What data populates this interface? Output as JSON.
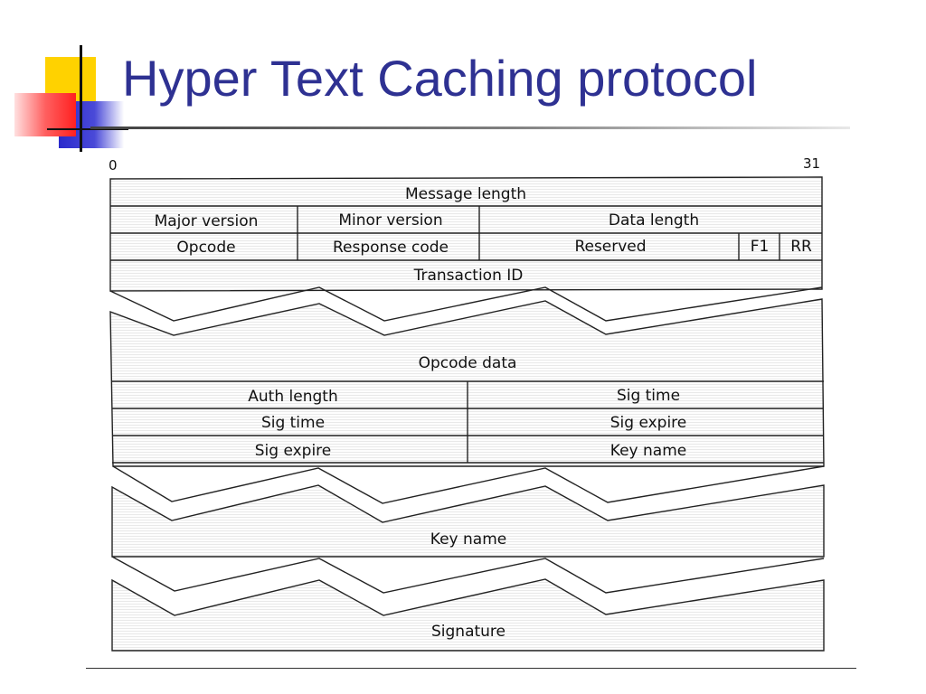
{
  "slide": {
    "title": "Hyper Text Caching protocol"
  },
  "diagram": {
    "bit_start": "0",
    "bit_end": "31",
    "rows": {
      "message_length": "Message length",
      "major_version": "Major version",
      "minor_version": "Minor version",
      "data_length": "Data length",
      "opcode": "Opcode",
      "response_code": "Response code",
      "reserved": "Reserved",
      "f1": "F1",
      "rr": "RR",
      "transaction_id": "Transaction ID",
      "opcode_data": "Opcode data",
      "auth_length": "Auth length",
      "sig_time_right": "Sig time",
      "sig_time_left": "Sig time",
      "sig_expire_right": "Sig expire",
      "sig_expire_left": "Sig expire",
      "key_name_right": "Key name",
      "key_name_block": "Key name",
      "signature": "Signature"
    }
  },
  "colors": {
    "title": "#2e3192",
    "accent_yellow": "#ffd200",
    "accent_blue": "#3333cc",
    "accent_red": "#ff3030"
  }
}
